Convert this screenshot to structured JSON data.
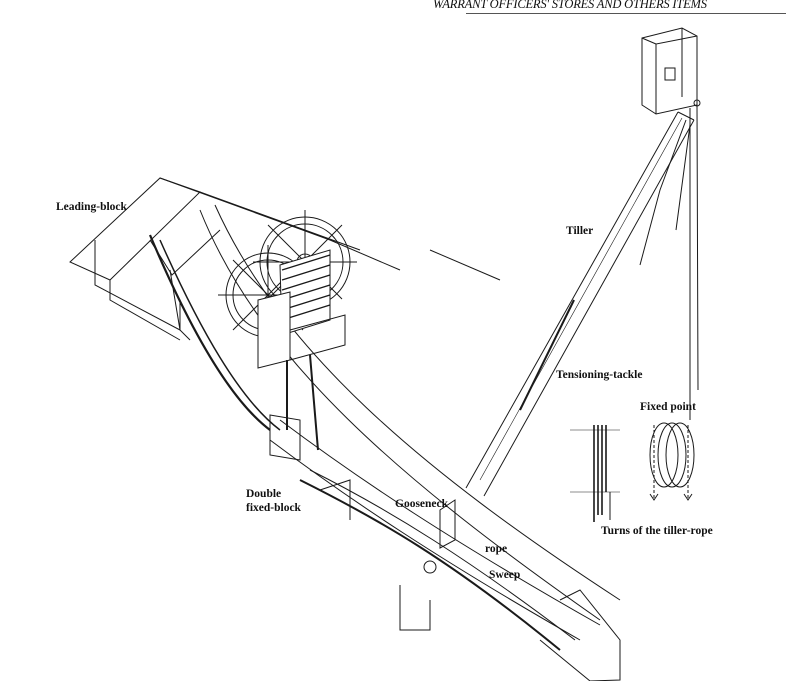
{
  "header": {
    "title": "WARRANT OFFICERS' STORES AND OTHERS ITEMS"
  },
  "labels": {
    "leading_block": "Leading-block",
    "tiller": "Tiller",
    "tensioning_tackle": "Tensioning-tackle",
    "fixed_point": "Fixed point",
    "double_fixed_block_1": "Double",
    "double_fixed_block_2": "fixed-block",
    "gooseneck": "Gooseneck",
    "rope": "rope",
    "sweep": "Sweep",
    "turns": "Turns of the tiller-rope"
  },
  "colors": {
    "ink": "#1a1a1a",
    "paper": "#ffffff"
  }
}
